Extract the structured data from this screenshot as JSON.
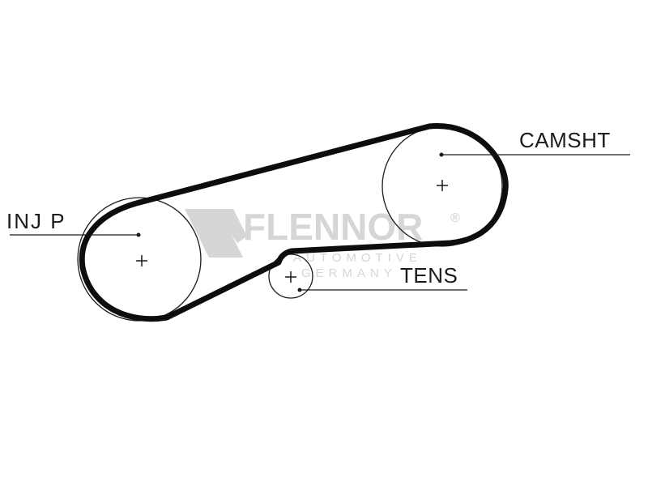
{
  "pulleys": {
    "injection_pump": {
      "label": "INJ P"
    },
    "camshaft": {
      "label": "CAMSHT"
    },
    "tensioner": {
      "label": "TENS"
    }
  },
  "watermark": {
    "brand": "FLENNOR",
    "registered": "®",
    "line1": "AUTOMOTIVE",
    "line2": "GERMANY",
    "color": "#d6d6d6"
  },
  "colors": {
    "belt": "#0d0d0d",
    "line": "#1a1a1a",
    "background": "#ffffff"
  }
}
